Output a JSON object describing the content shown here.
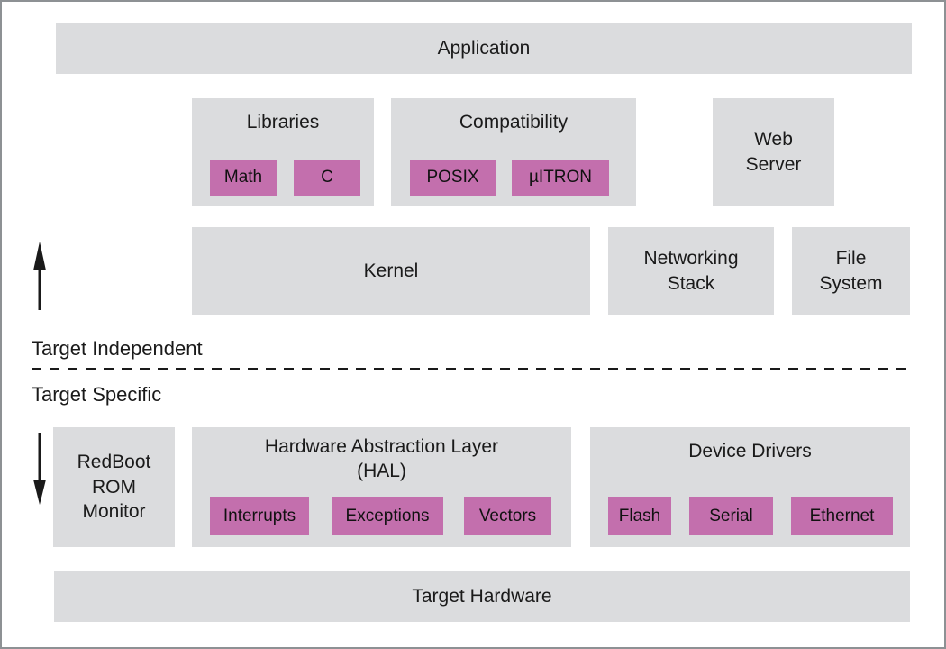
{
  "colors": {
    "panel": "#dbdcde",
    "chip": "#c36fad",
    "text": "#1a1a1a",
    "frame": "#8d9194"
  },
  "application": {
    "label": "Application"
  },
  "libraries": {
    "title": "Libraries",
    "chips": [
      "Math",
      "C"
    ]
  },
  "compatibility": {
    "title": "Compatibility",
    "chips": [
      "POSIX",
      "µITRON"
    ]
  },
  "web_server": {
    "lines": [
      "Web",
      "Server"
    ]
  },
  "kernel": {
    "label": "Kernel"
  },
  "networking_stack": {
    "lines": [
      "Networking",
      "Stack"
    ]
  },
  "file_system": {
    "lines": [
      "File",
      "System"
    ]
  },
  "divider": {
    "upper_label": "Target Independent",
    "lower_label": "Target Specific"
  },
  "redboot": {
    "lines": [
      "RedBoot",
      "ROM",
      "Monitor"
    ]
  },
  "hal": {
    "title_lines": [
      "Hardware Abstraction Layer",
      "(HAL)"
    ],
    "chips": [
      "Interrupts",
      "Exceptions",
      "Vectors"
    ]
  },
  "device_drivers": {
    "title": "Device Drivers",
    "chips": [
      "Flash",
      "Serial",
      "Ethernet"
    ]
  },
  "target_hardware": {
    "label": "Target Hardware"
  },
  "icons": {
    "up_arrow": "up-arrow-icon",
    "down_arrow": "down-arrow-icon"
  }
}
